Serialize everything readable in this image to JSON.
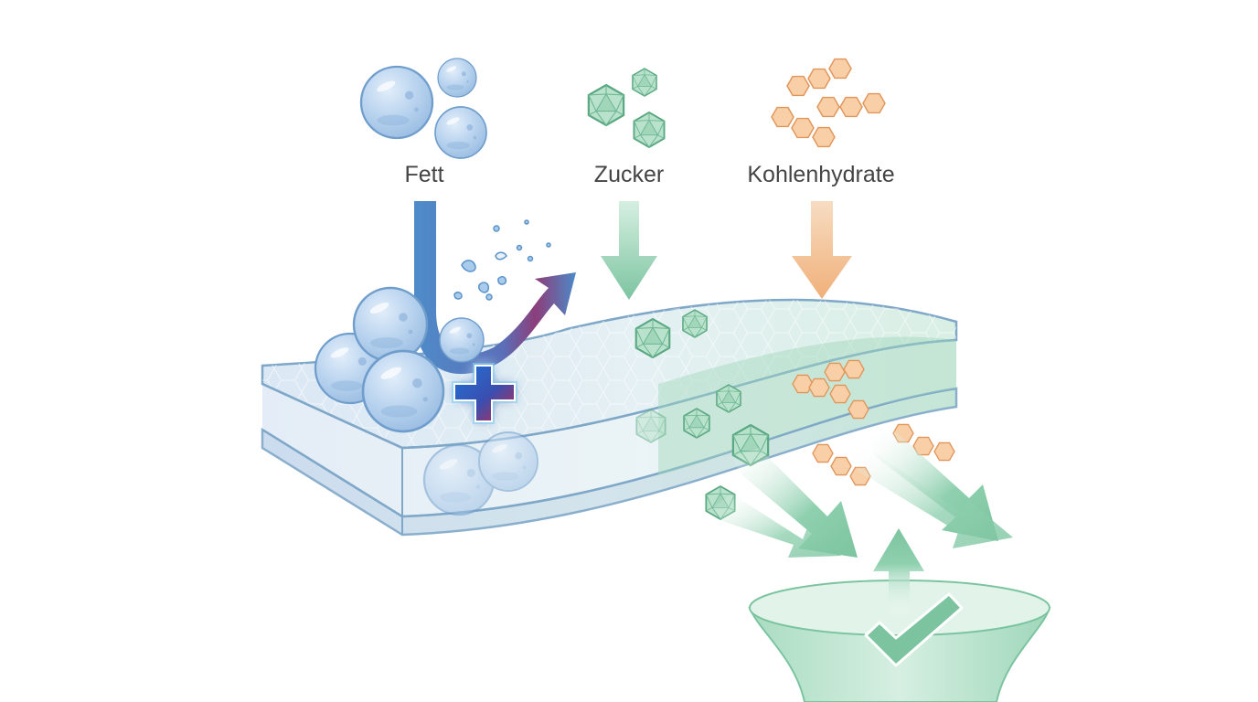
{
  "diagram": {
    "title": "",
    "inputs": [
      {
        "id": "fett",
        "label": "Fett",
        "color": "#5b93c9",
        "particle": "sphere",
        "outcome": "blocked"
      },
      {
        "id": "zucker",
        "label": "Zucker",
        "color": "#7cc4a0",
        "particle": "icosahedron",
        "outcome": "absorbed"
      },
      {
        "id": "kohlenhydrate",
        "label": "Kohlenhydrate",
        "color": "#f0b07a",
        "particle": "hexagon-chain",
        "outcome": "absorbed"
      }
    ],
    "barrier": {
      "name": "membrane",
      "color": "#a9c4df"
    },
    "block_marker": {
      "name": "plus-cross",
      "colors": [
        "#1f74d6",
        "#c8284a"
      ]
    },
    "collector": {
      "name": "funnel",
      "color": "#8fd0af",
      "status": "check"
    }
  }
}
